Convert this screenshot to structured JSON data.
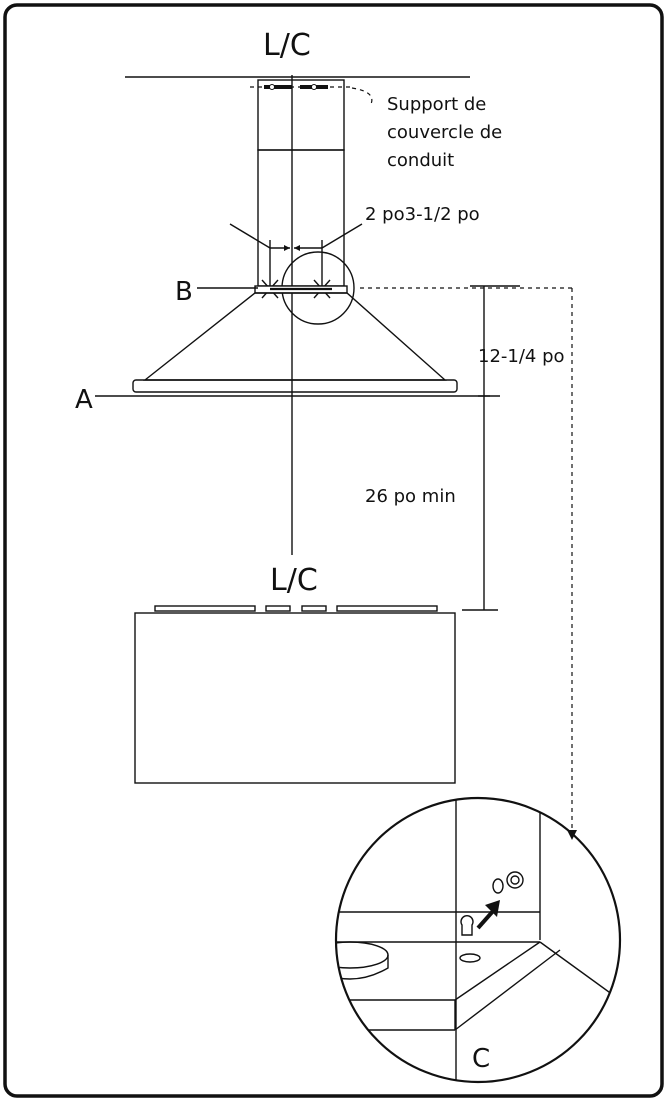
{
  "labels": {
    "lc_top": "L/C",
    "lc_bottom": "L/C",
    "support": [
      "Support de",
      "couvercle de",
      "conduit"
    ],
    "offsets": "2 po3-1/2 po",
    "point_b": "B",
    "point_a": "A",
    "point_c": "C",
    "height_hood": "12-1/4 po",
    "clearance": "26 po min"
  }
}
